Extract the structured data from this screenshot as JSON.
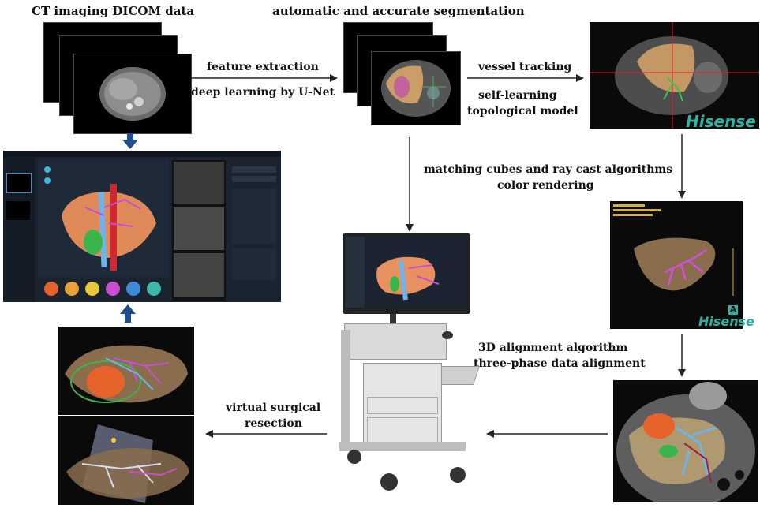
{
  "labels": {
    "ct_data": "CT imaging DICOM data",
    "segmentation": "automatic and accurate segmentation",
    "feature_extraction": "feature extraction",
    "deep_learning": "deep learning by U-Net",
    "vessel_tracking": "vessel tracking",
    "self_learning": "self-learning",
    "topological_model": "topological model",
    "matching_cubes": "matching cubes and ray cast algorithms",
    "color_rendering": "color rendering",
    "alignment_algorithm": "3D alignment algorithm",
    "three_phase": "three-phase data alignment",
    "virtual_surgical": "virtual surgical",
    "resection": "resection"
  },
  "brand": {
    "logo_top": "Hisense",
    "logo_mid": "Hisense",
    "logo_mid_badge": "A"
  },
  "colors": {
    "arrow": "#222222",
    "blue_arrow": "#1f4e8c",
    "liver": "#b8895e",
    "vessel_pink": "#c94fd0",
    "vessel_blue": "#6fb4e8",
    "tumor": "#e8622c",
    "ui_bg": "#1b2430"
  }
}
